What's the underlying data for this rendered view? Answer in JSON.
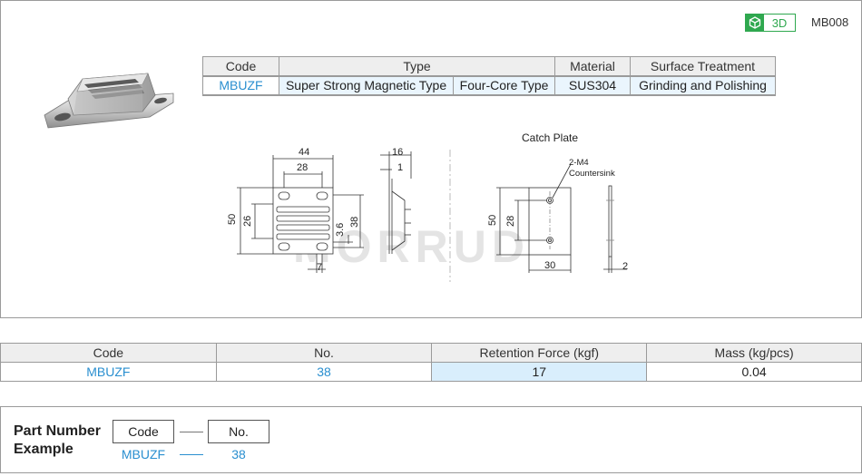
{
  "header": {
    "badge_label": "3D",
    "model_number": "MB008",
    "badge_color": "#2fa84f"
  },
  "spec_table": {
    "headers": {
      "code": "Code",
      "type": "Type",
      "material": "Material",
      "surface": "Surface Treatment"
    },
    "row": {
      "code": "MBUZF",
      "type_1": "Super Strong Magnetic Type",
      "type_2": "Four-Core Type",
      "material": "SUS304",
      "surface": "Grinding and Polishing"
    }
  },
  "drawing": {
    "catch_plate_title": "Catch Plate",
    "dims_main": {
      "width_outer": "44",
      "width_inner": "28",
      "height_outer": "50",
      "height_inner": "26",
      "slot": "7",
      "depth": "16",
      "thickness": "1",
      "core_gap": "3.6",
      "core_height": "38"
    },
    "dims_catch": {
      "hole_callout": "2-M4",
      "countersink": "Countersink",
      "height": "50",
      "hole_pitch": "28",
      "width": "30",
      "thickness": "2"
    },
    "watermark": "MORRUD"
  },
  "data_table": {
    "headers": {
      "code": "Code",
      "no": "No.",
      "force": "Retention Force (kgf)",
      "mass": "Mass (kg/pcs)"
    },
    "row": {
      "code": "MBUZF",
      "no": "38",
      "force": "17",
      "mass": "0.04"
    }
  },
  "part_number": {
    "title_line1": "Part Number",
    "title_line2": "Example",
    "code_label": "Code",
    "no_label": "No.",
    "code_value": "MBUZF",
    "no_value": "38"
  },
  "colors": {
    "link_blue": "#2a8fd0",
    "highlight": "#d9eefc",
    "header_gray": "#eeeeee"
  }
}
